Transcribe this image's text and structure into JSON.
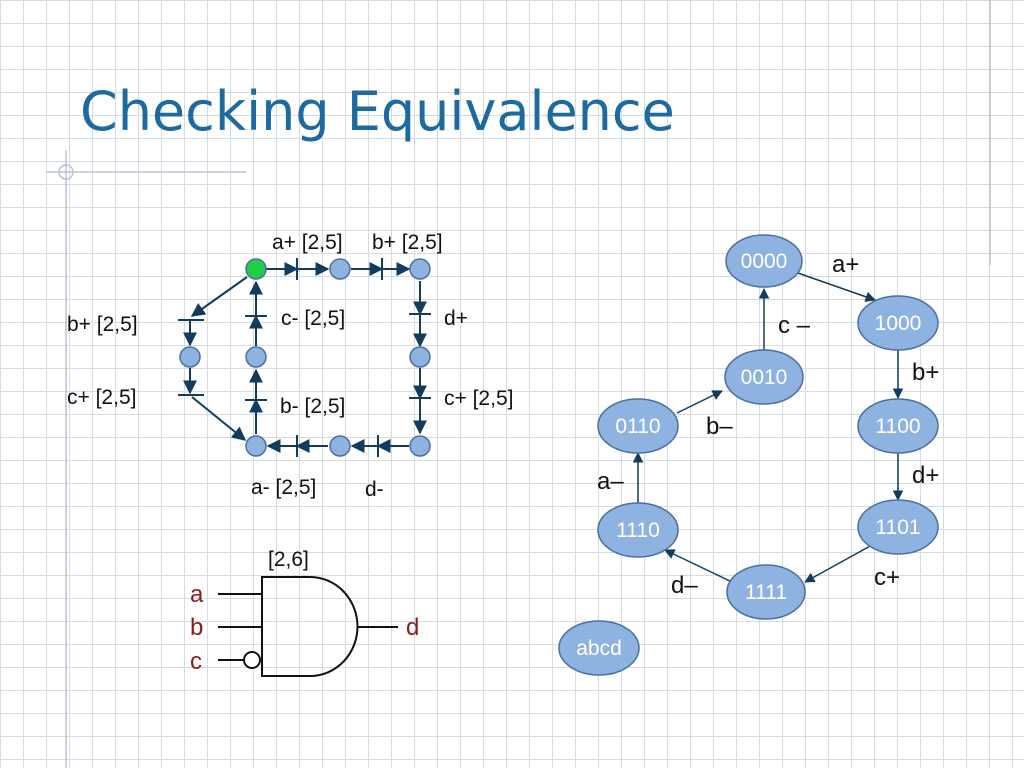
{
  "title": "Checking Equivalence",
  "colors": {
    "title": "#1c6aa0",
    "node_fill": "#8fb3e0",
    "node_stroke": "#4a6fa0",
    "initial_place": "#22cc44",
    "line": "#123c5c",
    "input_label": "#8b1a1a"
  },
  "timed_net": {
    "labels": {
      "a_plus": "a+ [2,5]",
      "b_plus_top": "b+ [2,5]",
      "b_plus_left": "b+ [2,5]",
      "c_minus": "c- [2,5]",
      "d_plus": "d+",
      "c_plus_left": "c+ [2,5]",
      "b_minus": "b- [2,5]",
      "c_plus_right": "c+ [2,5]",
      "a_minus": "a- [2,5]",
      "d_minus": "d-"
    }
  },
  "gate": {
    "delay": "[2,6]",
    "inputs": [
      "a",
      "b",
      "c"
    ],
    "output": "d"
  },
  "state_graph": {
    "states": [
      "0000",
      "1000",
      "1100",
      "1101",
      "1111",
      "1110",
      "0110",
      "0010"
    ],
    "transitions": {
      "a_plus": "a+",
      "b_plus": "b+",
      "d_plus": "d+",
      "c_plus": "c+",
      "d_minus": "d–",
      "a_minus": "a–",
      "b_minus": "b–",
      "c_minus": "c –"
    },
    "legend": "abcd"
  }
}
